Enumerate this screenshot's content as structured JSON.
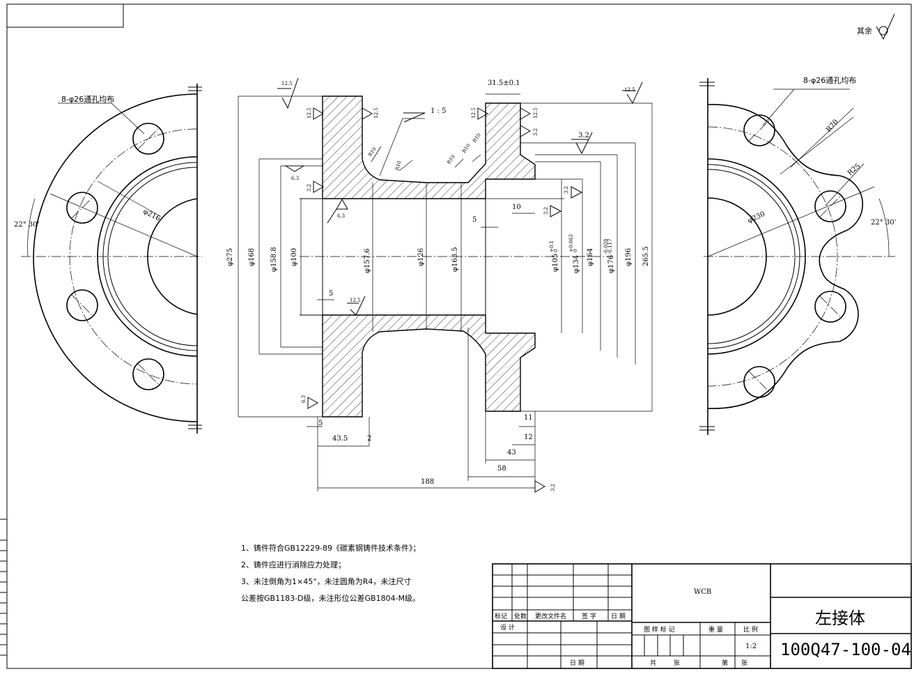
{
  "roughness_other": "其余",
  "left_view": {
    "holes_note": "8-φ26通孔均布",
    "diameter_label": "φ216",
    "angle_label": "22° 30'"
  },
  "right_view": {
    "holes_note": "8-φ26通孔均布",
    "r70": "R70",
    "r25": "R25",
    "diameter_label": "φ230",
    "angle_label": "22° 30'"
  },
  "section": {
    "top_dim": "31.5±0.1",
    "taper": "1 : 5",
    "radii": [
      "R10",
      "R10",
      "R10",
      "R10",
      "R10"
    ],
    "roughness": [
      "12.5",
      "12.5",
      "12.5",
      "12.5",
      "12.5",
      "12.5",
      "6.3",
      "6.3",
      "6.3",
      "3.2",
      "3.2",
      "3.2",
      "3.2",
      "3.2",
      "12.5",
      "3.2"
    ],
    "diameters": [
      "φ275",
      "φ168",
      "φ158.8",
      "φ100",
      "φ157.6",
      "φ126",
      "φ163.5",
      "φ105",
      "φ134",
      "φ164",
      "φ176",
      "φ196",
      "265.5"
    ],
    "tol_105": [
      "+0.1",
      "0"
    ],
    "tol_134": [
      "+0.063",
      "0"
    ],
    "tol_176": [
      "-0.028",
      "-0.117"
    ],
    "lengths": [
      "5",
      "5",
      "43.5",
      "2",
      "188",
      "5",
      "10",
      "43",
      "58",
      "11",
      "12"
    ]
  },
  "notes": [
    "1、铸件符合GB12229-89《碳素钢铸件技术条件》；",
    "2、铸件应进行消除应力处理；",
    "3、未注倒角为1×45°，未注圆角为R4，未注尺寸",
    "公差按GB1183-D级，未注形位公差GB1804-M级。"
  ],
  "title_block": {
    "material": "WCB",
    "part_name": "左接体",
    "drawing_no": "100Q47-100-04",
    "scale": "1:2",
    "h_mark": "标记",
    "h_count": "处数",
    "h_doc": "更改文件名",
    "h_sign": "签 字",
    "h_date": "日 期",
    "h_design": "设 计",
    "h_date2": "日 期",
    "h_sample": "图 样 标 记",
    "h_weight": "重 量",
    "h_ratio": "比 例",
    "h_total": "共",
    "h_sheet": "张",
    "h_no": "第",
    "h_sheet2": "张"
  }
}
